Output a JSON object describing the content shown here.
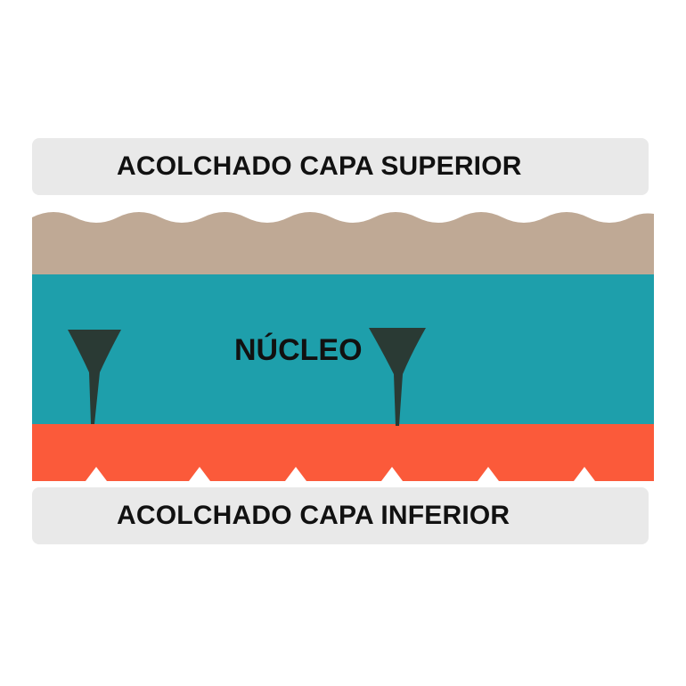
{
  "labels": {
    "top_layer": "ACOLCHADO CAPA SUPERIOR",
    "core": "NÚCLEO",
    "bottom_layer": "ACOLCHADO CAPA INFERIOR"
  },
  "colors": {
    "top_padding": "#bfa995",
    "core": "#1e9fab",
    "bottom_padding": "#fb5a3a",
    "label_background": "#e9e9e9",
    "anchor": "#2a3a34"
  }
}
